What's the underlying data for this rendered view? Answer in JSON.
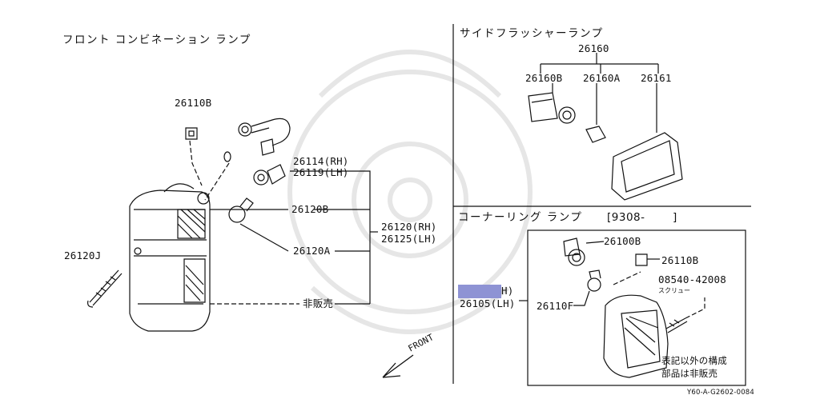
{
  "left_panel": {
    "title": "フロント コンビネーション ランプ",
    "parts": {
      "p26110B": "26110B",
      "p26114": "26114(RH)",
      "p26119": "26119(LH)",
      "p26120B": "26120B",
      "p26120A": "26120A",
      "p26120": "26120(RH)",
      "p26125": "26125(LH)",
      "p26120J": "26120J",
      "not_for_sale": "非販売"
    }
  },
  "right_top_panel": {
    "title": "サイドフラッシャーランプ",
    "parts": {
      "p26160": "26160",
      "p26160B": "26160B",
      "p26160A": "26160A",
      "p26161": "26161"
    }
  },
  "right_bottom_panel": {
    "title": "コーナーリング ランプ",
    "date_range": "[9308-",
    "date_end": "]",
    "parts": {
      "p26100B": "26100B",
      "p26110B": "26110B",
      "p08540": "08540-42008",
      "screw": "スクリュー",
      "p26110F": "26110F",
      "rh_partial": "H)",
      "p26105": "26105(LH)"
    },
    "note": "表記以外の構成\n部品は非販売"
  },
  "front_label": "FRONT",
  "diagram_code": "Y60-A-G2602-0084",
  "colors": {
    "line": "#111111",
    "highlight": "#8e93d4",
    "watermark": "#e6e6e6"
  }
}
